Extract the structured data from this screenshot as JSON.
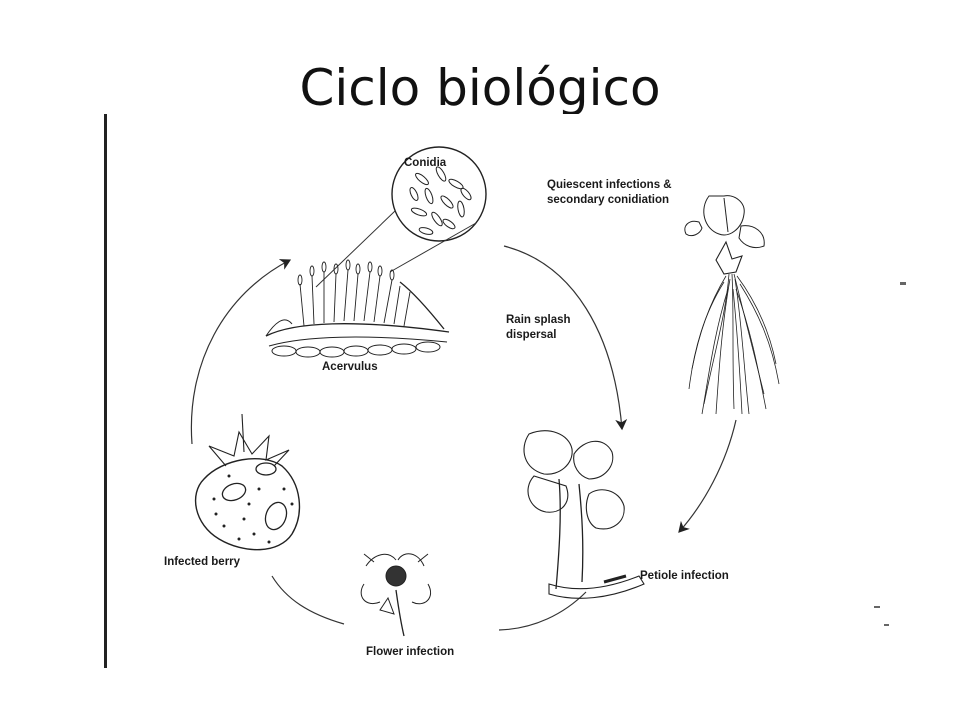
{
  "slide": {
    "title": "Ciclo biológico"
  },
  "diagram": {
    "labels": {
      "conidia": "Conidia",
      "quiescent_line1": "Quiescent infections &",
      "quiescent_line2": "secondary conidiation",
      "rain_line1": "Rain splash",
      "rain_line2": "dispersal",
      "acervulus": "Acervulus",
      "infected_berry": "Infected berry",
      "petiole_infection": "Petiole infection",
      "flower_infection": "Flower infection"
    },
    "colors": {
      "ink": "#1a1a1a",
      "background": "#ffffff"
    }
  }
}
